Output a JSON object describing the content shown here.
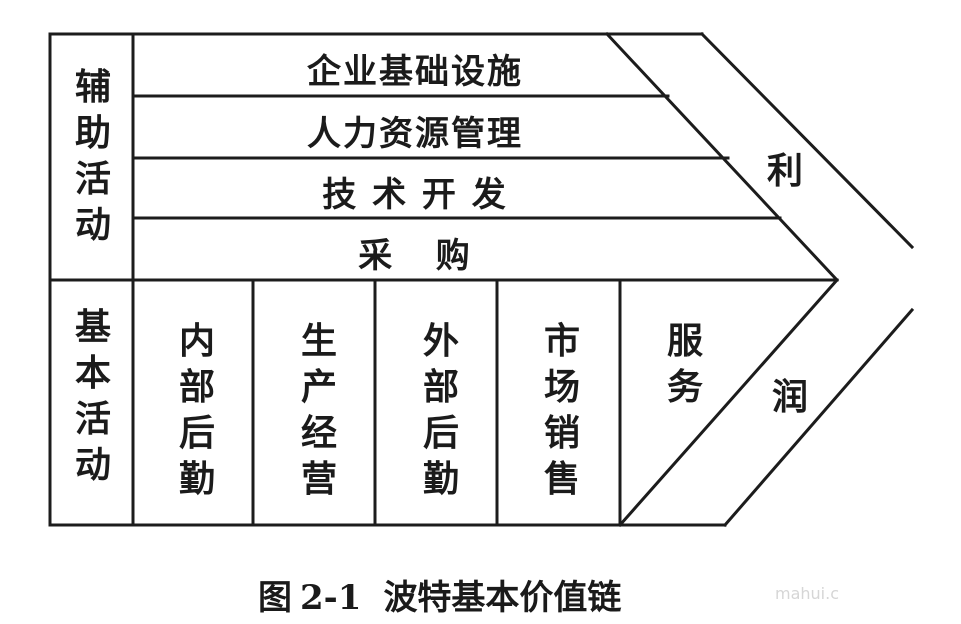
{
  "diagram": {
    "title": "波特基本价值链",
    "support_group_label": "辅助活动",
    "primary_group_label": "基本活动",
    "support_activities": [
      {
        "label": "企业基础设施"
      },
      {
        "label": "人力资源管理"
      },
      {
        "label": "技 术 开 发"
      },
      {
        "label": "采   购"
      }
    ],
    "primary_activities": [
      {
        "label": "内部后勤"
      },
      {
        "label": "生产经营"
      },
      {
        "label": "外部后勤"
      },
      {
        "label": "市场销售"
      },
      {
        "label": "服务"
      }
    ],
    "margin_labels": [
      "利",
      "润"
    ],
    "line_color": "#1c1c1c"
  },
  "caption": {
    "prefix": "图",
    "number": "2-1",
    "text": "波特基本价值链"
  },
  "watermark": {
    "text": "mahui.c"
  }
}
